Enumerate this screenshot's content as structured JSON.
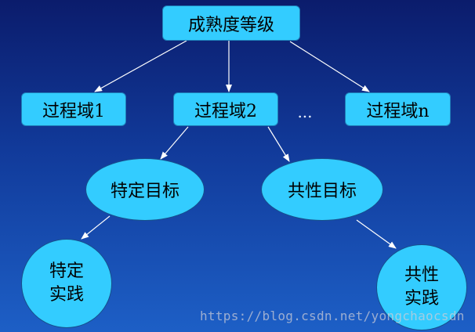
{
  "nodes": {
    "root": {
      "label": "成熟度等级"
    },
    "process_areas": [
      {
        "label": "过程域1"
      },
      {
        "label": "过程域2"
      },
      {
        "label": "过程域n"
      }
    ],
    "ellipsis": "...",
    "goals": [
      {
        "label": "特定目标"
      },
      {
        "label": "共性目标"
      }
    ],
    "practices": [
      {
        "lines": [
          "特定",
          "实践"
        ]
      },
      {
        "lines": [
          "共性",
          "实践"
        ]
      }
    ]
  },
  "watermark": "https://blog.csdn.net/yongchaocsdn",
  "colors": {
    "background_top": "#0b1c6c",
    "background_bottom": "#1d5fc6",
    "node_fill": "#33ccff",
    "node_border": "#1f7fb8",
    "node_text": "#000000",
    "arrow": "#ffffff"
  }
}
